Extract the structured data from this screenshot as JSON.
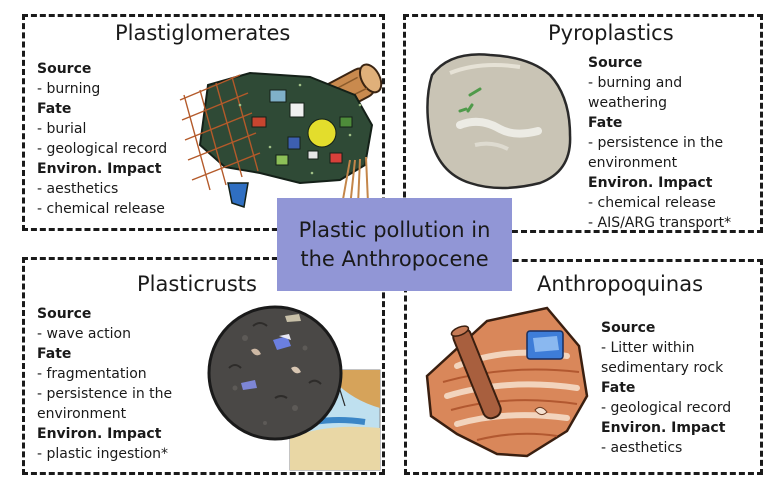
{
  "center": {
    "title": "Plastic pollution in the Anthropocene"
  },
  "panels": [
    {
      "title": "Plastiglomerates",
      "source_heading": "Source",
      "source": [
        "- burning"
      ],
      "fate_heading": "Fate",
      "fate": [
        "- burial",
        "- geological record"
      ],
      "impact_heading": "Environ. Impact",
      "impact": [
        "- aesthetics",
        "- chemical release"
      ]
    },
    {
      "title": "Pyroplastics",
      "source_heading": "Source",
      "source": [
        "- burning and",
        "weathering"
      ],
      "fate_heading": "Fate",
      "fate": [
        "- persistence in the",
        "environment"
      ],
      "impact_heading": "Environ. Impact",
      "impact": [
        "- chemical release",
        "- AIS/ARG transport*"
      ]
    },
    {
      "title": "Plasticrusts",
      "source_heading": "Source",
      "source": [
        "- wave action"
      ],
      "fate_heading": "Fate",
      "fate": [
        "- fragmentation",
        "- persistence in the",
        "environment"
      ],
      "impact_heading": "Environ. Impact",
      "impact": [
        "- plastic ingestion*"
      ]
    },
    {
      "title": "Anthropoquinas",
      "source_heading": "Source",
      "source": [
        "- Litter within",
        "sedimentary rock"
      ],
      "fate_heading": "Fate",
      "fate": [
        "- geological record"
      ],
      "impact_heading": "Environ. Impact",
      "impact": [
        "- aesthetics"
      ]
    }
  ],
  "illustrations": {
    "plastiglomerate": "plastiglomerate-rock-illustration",
    "pyroplastic": "pyroplastic-stone-illustration",
    "plasticrust": "plasticrust-rock-with-beach-illustration",
    "anthropoquina": "anthropoquina-rock-illustration"
  },
  "colors": {
    "center_box": "#9196d6",
    "border": "#1a1a1a",
    "plastiglomerate_matrix": "#2f4a36",
    "pyroplastic_stone": "#c9c4b5",
    "plasticrust_rock": "#4a4846",
    "anthropoquina_rock": "#d9875a"
  }
}
